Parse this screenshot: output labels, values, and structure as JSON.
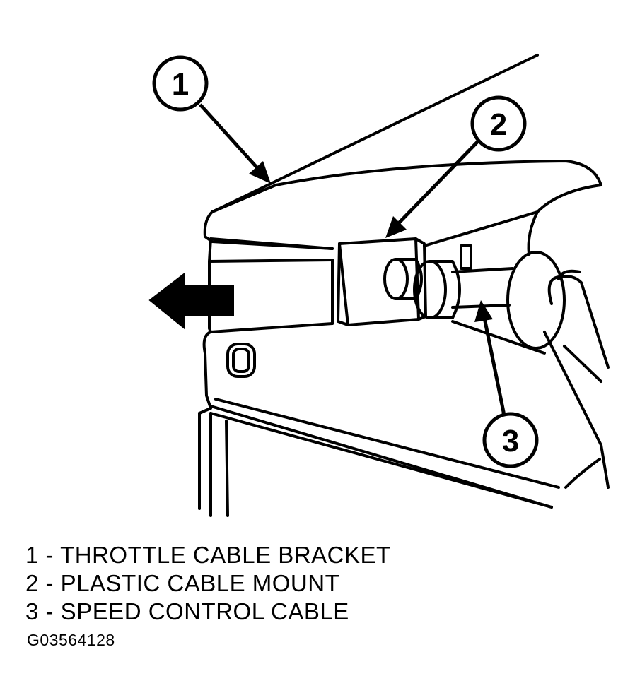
{
  "callouts": [
    {
      "number": "1",
      "label": "THROTTLE CABLE BRACKET"
    },
    {
      "number": "2",
      "label": "PLASTIC CABLE MOUNT"
    },
    {
      "number": "3",
      "label": "SPEED CONTROL CABLE"
    }
  ],
  "legend": {
    "row1": "1 - THROTTLE CABLE BRACKET",
    "row2": "2 - PLASTIC CABLE MOUNT",
    "row3": "3 - SPEED CONTROL CABLE"
  },
  "figure_id": "G03564128",
  "colors": {
    "ink": "#000000",
    "paper": "#ffffff"
  }
}
